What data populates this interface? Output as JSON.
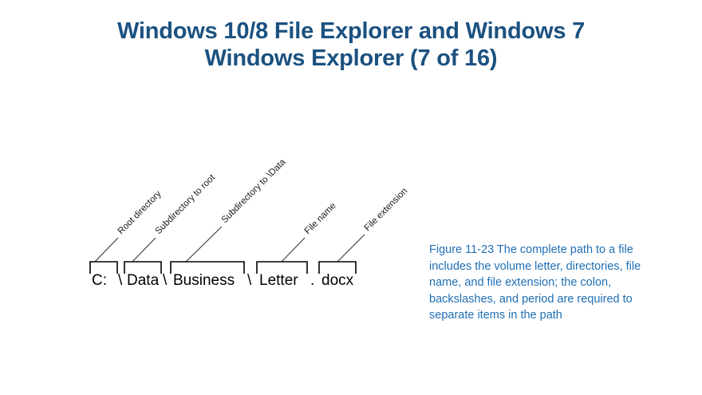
{
  "slide": {
    "title_line1": "Windows 10/8 File Explorer and Windows 7",
    "title_line2": "Windows Explorer (7 of 16)",
    "title_color": "#1b5180",
    "background_color": "#ffffff"
  },
  "figure": {
    "path_segments": [
      {
        "text": "C:",
        "label": "Root directory"
      },
      {
        "text": "Data",
        "label": "Subdirectory to root"
      },
      {
        "text": "Business",
        "label": "Subdirectory to \\Data"
      },
      {
        "text": "Letter",
        "label": "File name"
      },
      {
        "text": "docx",
        "label": "File extension"
      }
    ],
    "separators": [
      "\\",
      "\\",
      "\\",
      "."
    ],
    "full_path": "C:\\Data\\Business\\Letter.docx",
    "label_color": "#1a1a1a",
    "line_color": "#3a3a3a",
    "text_color": "#000000"
  },
  "caption": {
    "text": "Figure 11-23  The complete path to a file includes the volume letter, directories, file name, and file extension; the colon, backslashes, and period are required to separate items in the path",
    "figure_number": "Figure 11-23",
    "color": "#1f6fb5"
  }
}
